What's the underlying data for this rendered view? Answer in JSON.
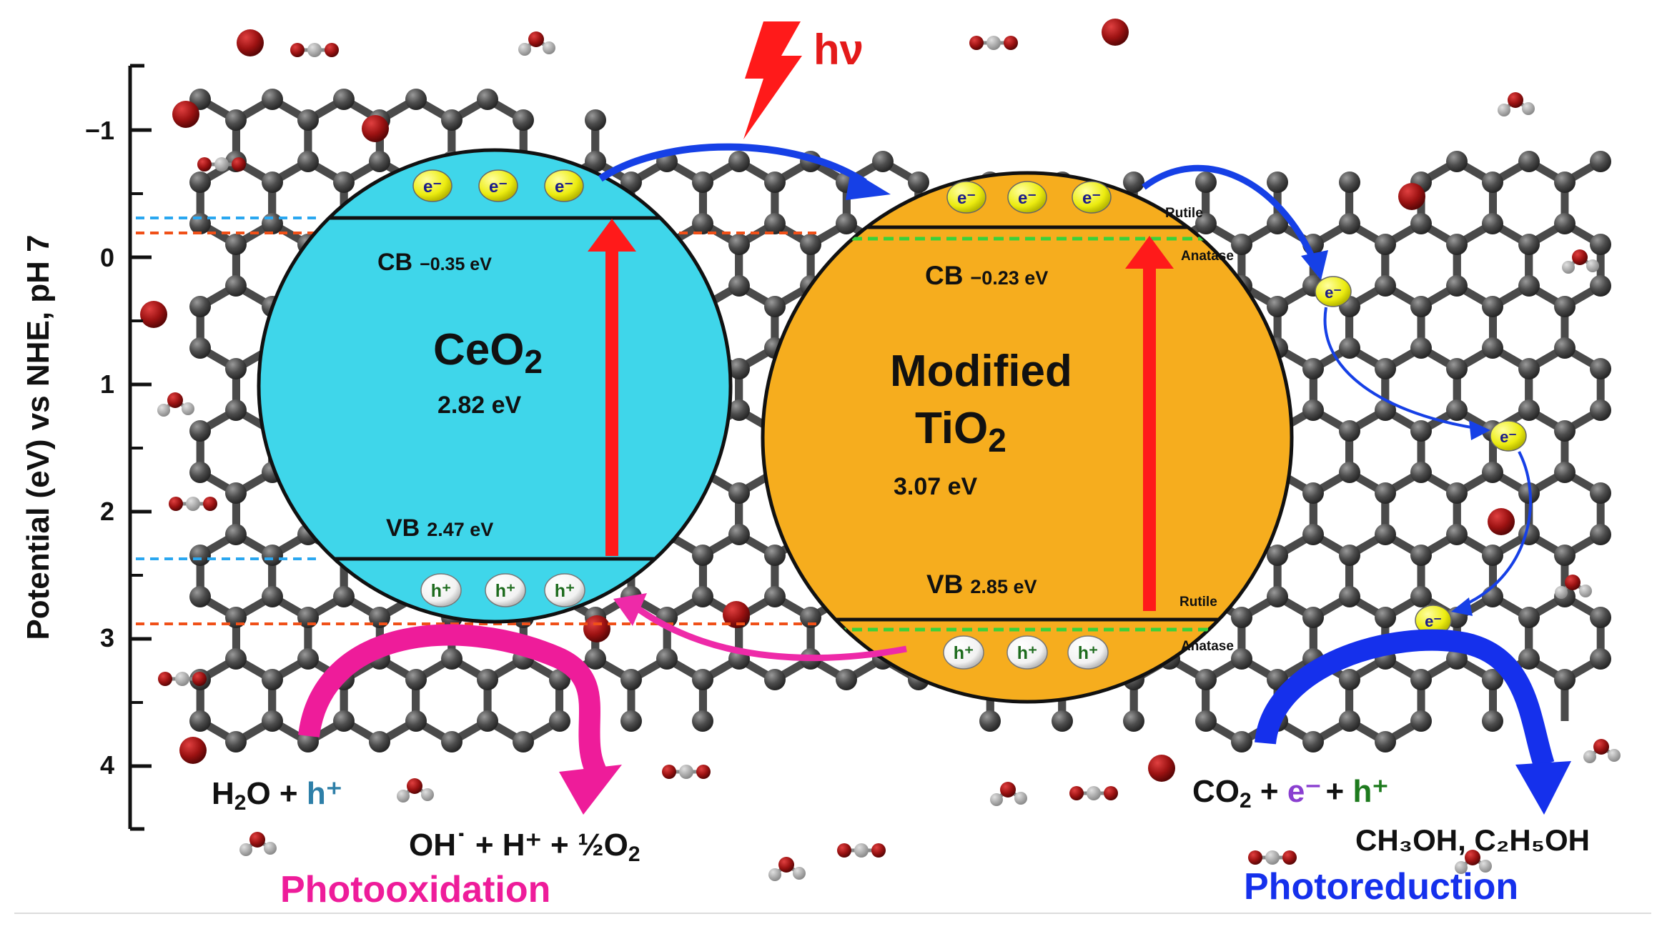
{
  "axis": {
    "label": "Potential (eV) vs NHE, pH 7",
    "ticks": [
      "−1",
      "0",
      "1",
      "2",
      "3",
      "4"
    ]
  },
  "light": {
    "label": "hν"
  },
  "ceo2": {
    "name": "CeO",
    "name_sub": "2",
    "band_gap": "2.82 eV",
    "cb_label": "CB",
    "cb_value": "−0.35 eV",
    "vb_label": "VB",
    "vb_value": "2.47 eV",
    "electron": "e⁻",
    "hole": "h⁺"
  },
  "tio2": {
    "name_line1": "Modified",
    "name_line2": "TiO",
    "name_sub": "2",
    "band_gap": "3.07 eV",
    "cb_label": "CB",
    "cb_value": "−0.23 eV",
    "vb_label": "VB",
    "vb_value": "2.85 eV",
    "rutile": "Rutile",
    "anatase": "Anatase",
    "electron": "e⁻",
    "hole": "h⁺"
  },
  "oxidation": {
    "reactant_a": "H",
    "reactant_a_sub": "2",
    "reactant_a_tail": "O + ",
    "reactant_hole": "h⁺",
    "product": "OH˙ + H⁺ + ½O",
    "product_sub": "2",
    "title": "Photooxidation"
  },
  "reduction": {
    "reactant": "CO",
    "reactant_sub": "2",
    "plus1": " + ",
    "electron": "e⁻",
    "plus2": "+ ",
    "hole": "h⁺",
    "product": "CH₃OH, C₂H₅OH",
    "title": "Photoreduction"
  },
  "colors": {
    "ceo2": "#3fd6ea",
    "tio2": "#f6ad1e",
    "excitation_arrow": "#ff1a1a",
    "electron_transfer": "#1640e6",
    "hole_transfer": "#ee2aa8",
    "photooxidation": "#ee1c9a",
    "photoreduction": "#1530ec",
    "graphene": "#4a4a4a",
    "oxygen": "#9c1212"
  }
}
